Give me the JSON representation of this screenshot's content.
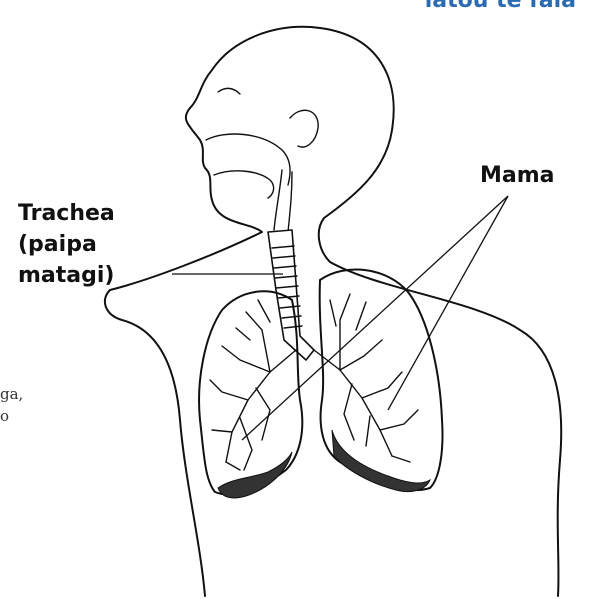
{
  "heading_fragment": "latou te fala",
  "labels": {
    "trachea": [
      "Trachea",
      "(paipa",
      "matagi)"
    ],
    "lungs": "Mama"
  },
  "margin_text": [
    "ga,",
    "o"
  ],
  "colors": {
    "heading": "#2a6bb3",
    "ink": "#111111"
  }
}
